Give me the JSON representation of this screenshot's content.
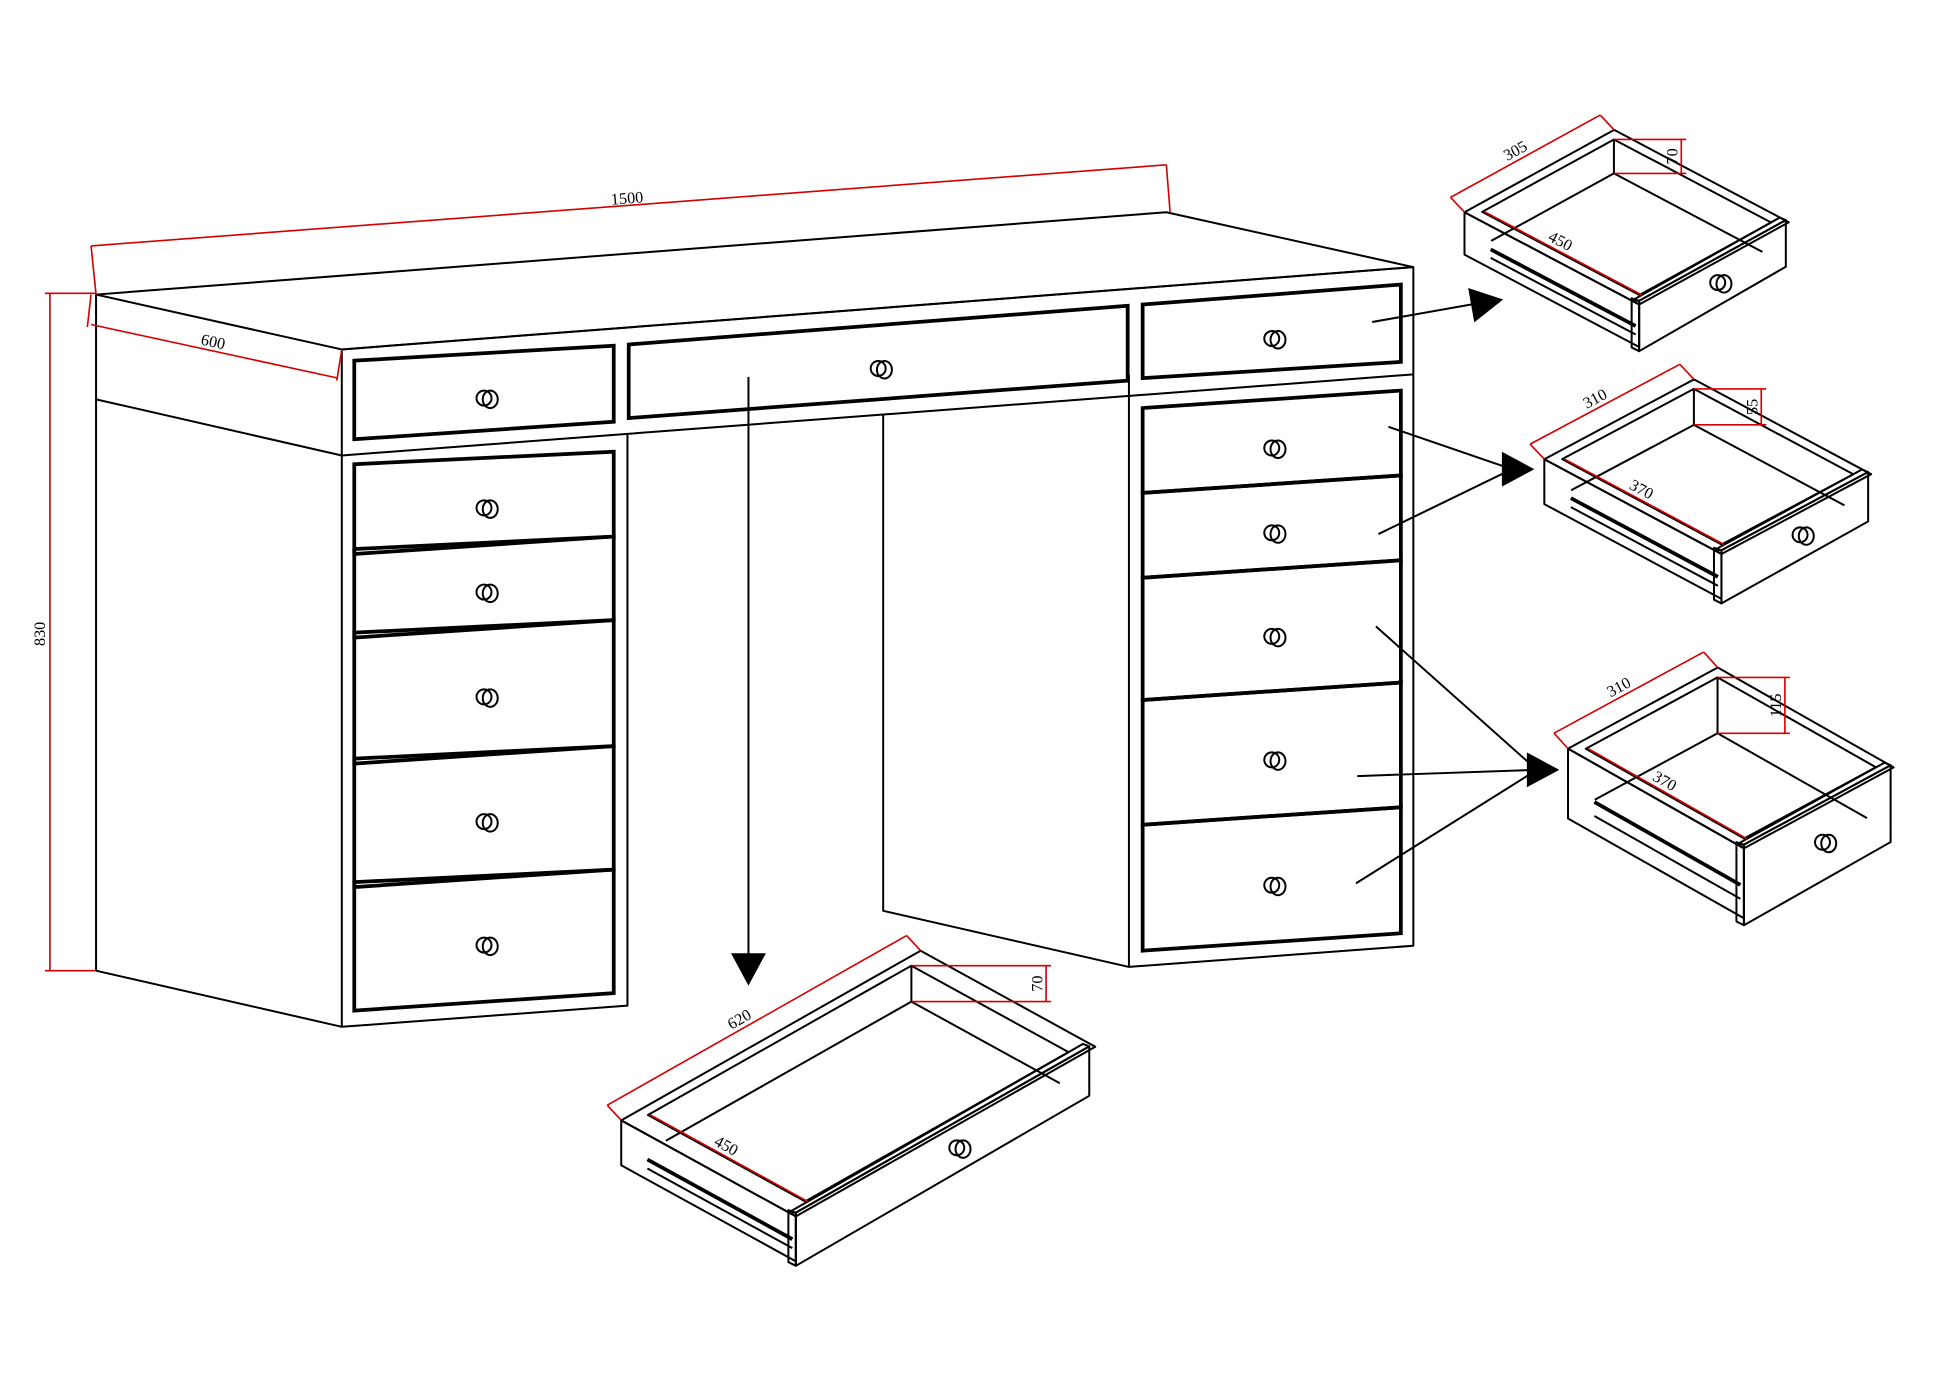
{
  "colors": {
    "line": "#000000",
    "dimension": "#d40000"
  },
  "desk": {
    "width_label": "1500",
    "depth_label": "600",
    "height_label": "830"
  },
  "drawers": [
    {
      "id": "top-small",
      "width_label": "305",
      "depth_label": "450",
      "height_label": "70"
    },
    {
      "id": "shallow",
      "width_label": "310",
      "depth_label": "370",
      "height_label": "55"
    },
    {
      "id": "deep",
      "width_label": "310",
      "depth_label": "370",
      "height_label": "115"
    },
    {
      "id": "center-wide",
      "width_label": "620",
      "depth_label": "450",
      "height_label": "70"
    }
  ]
}
